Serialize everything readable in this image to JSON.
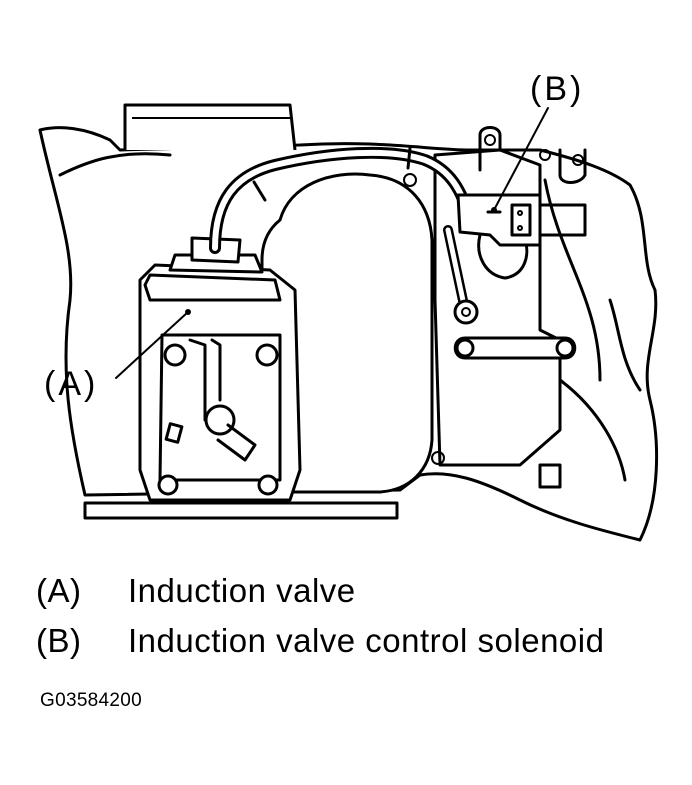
{
  "callouts": {
    "a": "(A)",
    "b": "(B)"
  },
  "legend": [
    {
      "key": "(A)",
      "label": "Induction valve"
    },
    {
      "key": "(B)",
      "label": "Induction valve control solenoid"
    }
  ],
  "figure_id": "G03584200"
}
